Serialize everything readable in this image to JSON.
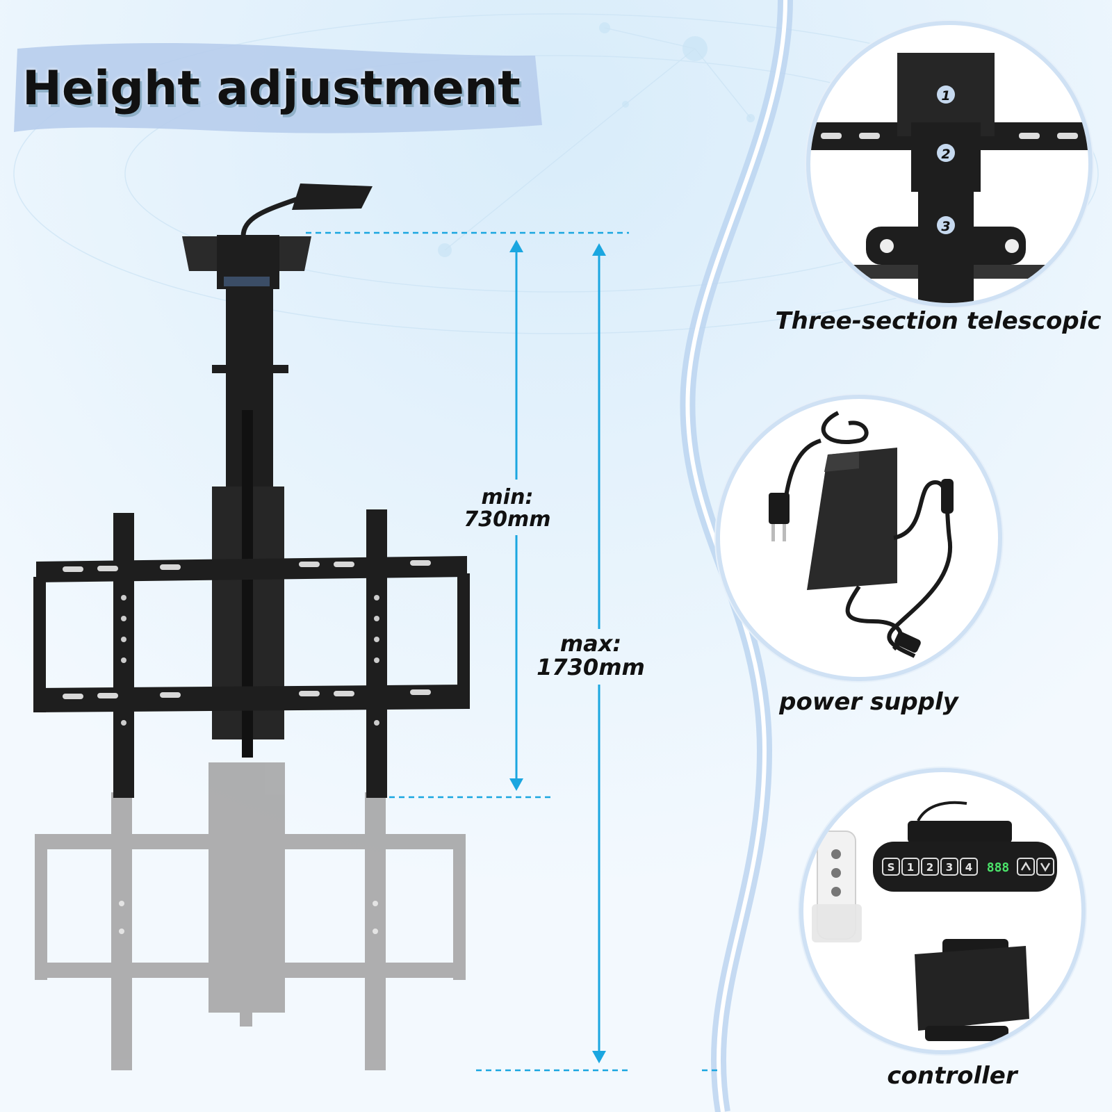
{
  "title": "Height adjustment",
  "dimensions": {
    "min_label": "min:",
    "min_value": "730mm",
    "max_label": "max:",
    "max_value": "1730mm"
  },
  "features": [
    {
      "caption": "Three-section telescopic",
      "sections": [
        "1",
        "2",
        "3"
      ]
    },
    {
      "caption": "power supply"
    },
    {
      "caption": "controller",
      "keypad_keys": [
        "S",
        "1",
        "2",
        "3",
        "4"
      ],
      "display": "888"
    }
  ],
  "colors": {
    "accent": "#1aa6e0",
    "background": "#eef6fc",
    "metal": "#1e1e1e",
    "ghost": "#9a9a9a",
    "badge": "#c6d9ef"
  }
}
